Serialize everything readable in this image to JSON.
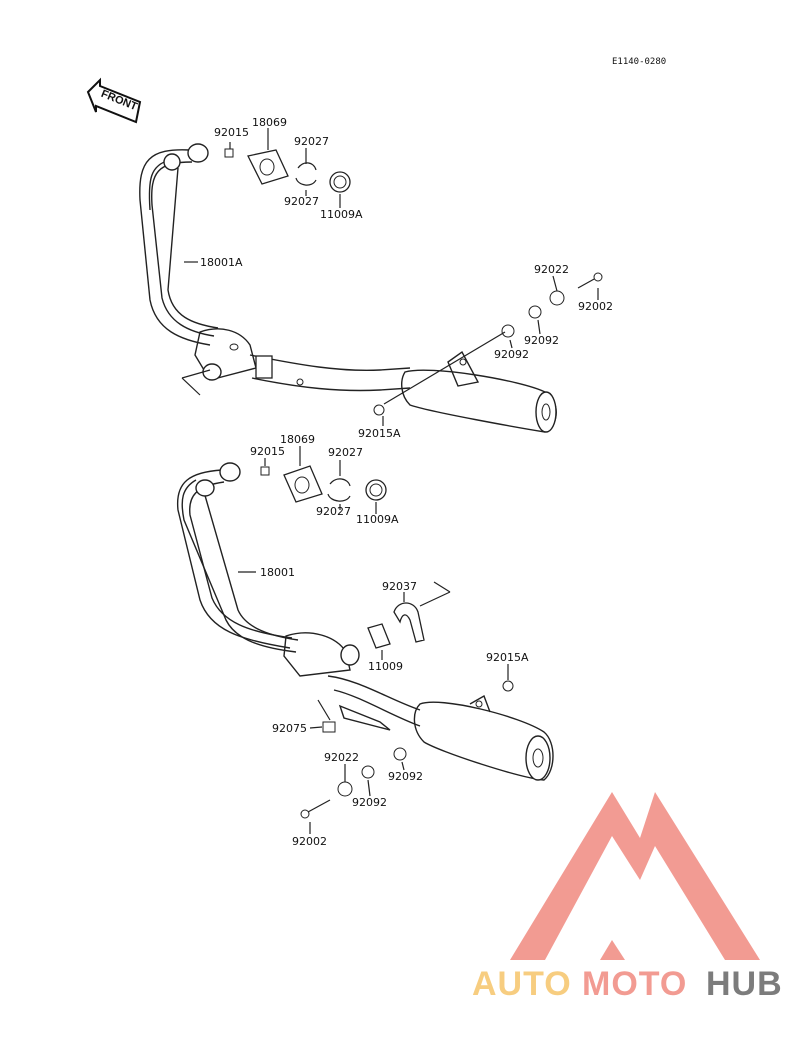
{
  "diagram_code": "E1140-0280",
  "front_label": "FRONT",
  "watermark": {
    "auto": "AUTO",
    "moto": "MOTO",
    "hub": "HUB",
    "colors": {
      "auto": "#f6c56b",
      "moto": "#f08a80",
      "hub": "#666666",
      "triangle": "#f08a80"
    }
  },
  "upper": {
    "p92015": "92015",
    "p18069": "18069",
    "p92027_top": "92027",
    "p92027_bot": "92027",
    "p11009A": "11009A",
    "p18001A": "18001A",
    "p92022": "92022",
    "p92002": "92002",
    "p92092_a": "92092",
    "p92092_b": "92092",
    "p92015A": "92015A"
  },
  "lower": {
    "p92015": "92015",
    "p18069": "18069",
    "p92027_top": "92027",
    "p92027_bot": "92027",
    "p11009A": "11009A",
    "p18001": "18001",
    "p92037": "92037",
    "p11009": "11009",
    "p92015A": "92015A",
    "p92075": "92075",
    "p92022": "92022",
    "p92092_a": "92092",
    "p92092_b": "92092",
    "p92002": "92002"
  }
}
